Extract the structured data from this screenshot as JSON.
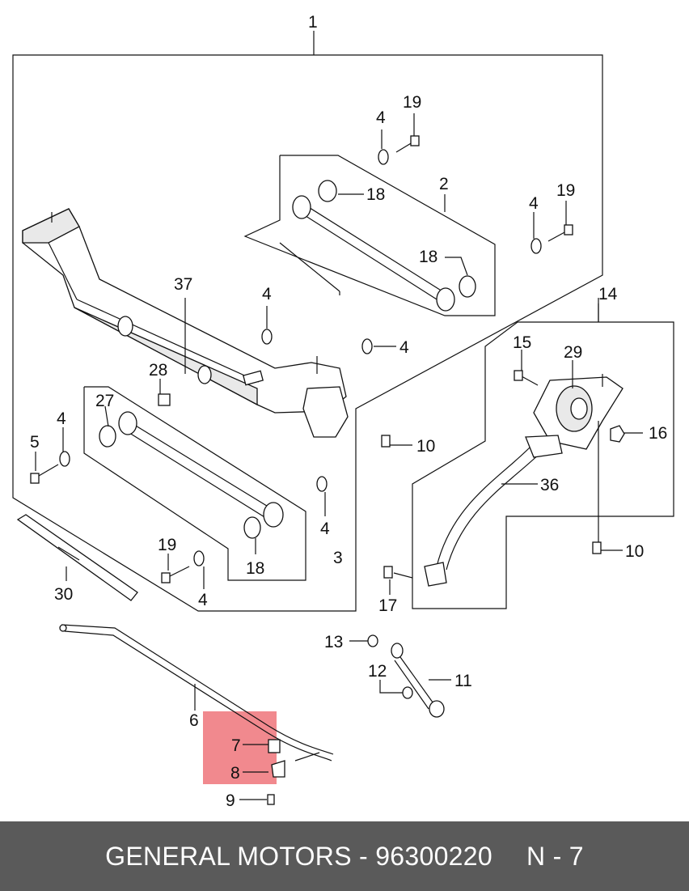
{
  "callouts": {
    "c1": "1",
    "c2": "2",
    "c3": "3",
    "c4a": "4",
    "c4b": "4",
    "c4c": "4",
    "c4d": "4",
    "c4e": "4",
    "c4f": "4",
    "c4g": "4",
    "c5": "5",
    "c6": "6",
    "c7": "7",
    "c8": "8",
    "c9": "9",
    "c10a": "10",
    "c10b": "10",
    "c11": "11",
    "c12": "12",
    "c13": "13",
    "c14": "14",
    "c15": "15",
    "c16": "16",
    "c17": "17",
    "c18a": "18",
    "c18b": "18",
    "c18c": "18",
    "c19a": "19",
    "c19b": "19",
    "c19c": "19",
    "c27": "27",
    "c28": "28",
    "c29": "29",
    "c30": "30",
    "c36": "36",
    "c37": "37"
  },
  "highlight": {
    "color": "#f07c82",
    "parts": [
      "7",
      "8"
    ]
  },
  "footer": {
    "brand": "GENERAL MOTORS",
    "separator": " - ",
    "part_number": "96300220",
    "page": "N - 7"
  }
}
